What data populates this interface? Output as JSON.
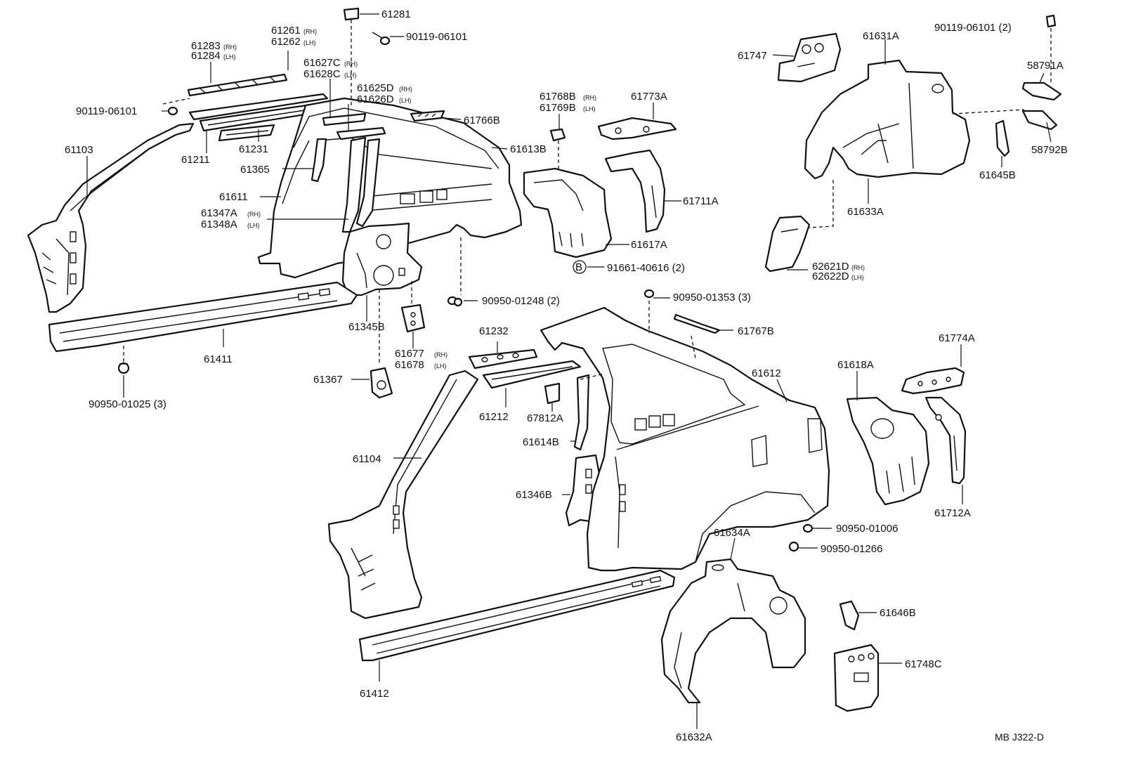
{
  "diagram_code": "MB J322-D",
  "callouts": {
    "p61281": "61281",
    "p90119_06101_top": "90119-06101",
    "p61261": "61261",
    "p61262": "61262",
    "p61283": "61283",
    "p61284": "61284",
    "p61627c": "61627C",
    "p61628c": "61628C",
    "p61625d": "61625D",
    "p61626d": "61626D",
    "p90119_06101_left": "90119-06101",
    "p61766b": "61766B",
    "p61103": "61103",
    "p61211": "61211",
    "p61231": "61231",
    "p61613b": "61613B",
    "p61365": "61365",
    "p61611": "61611",
    "p61347a": "61347A",
    "p61348a": "61348A",
    "p61411": "61411",
    "p61345b": "61345B",
    "p90950_01248": "90950-01248 (2)",
    "p61677": "61677",
    "p61678": "61678",
    "p61367": "61367",
    "p90950_01025": "90950-01025 (3)",
    "p61768b": "61768B",
    "p61769b": "61769B",
    "p61773a": "61773A",
    "p61711a": "61711A",
    "p61617a": "61617A",
    "p91661_40616": "91661-40616 (2)",
    "p61747": "61747",
    "p61631a": "61631A",
    "p90119_06101_right": "90119-06101 (2)",
    "p58791a": "58791A",
    "p58792b": "58792B",
    "p61645b": "61645B",
    "p61633a": "61633A",
    "p62621d": "62621D",
    "p62622d": "62622D",
    "p90950_01353": "90950-01353 (3)",
    "p61767b": "61767B",
    "p61232": "61232",
    "p61212": "61212",
    "p67812a": "67812A",
    "p61614b": "61614B",
    "p61104": "61104",
    "p61346b": "61346B",
    "p61612": "61612",
    "p61618a": "61618A",
    "p61774a": "61774A",
    "p61712a": "61712A",
    "p90950_01006": "90950-01006",
    "p90950_01266": "90950-01266",
    "p61634a": "61634A",
    "p61646b": "61646B",
    "p61748c": "61748C",
    "p61412": "61412",
    "p61632a": "61632A"
  },
  "suffix": {
    "rh": "(RH)",
    "lh": "(LH)"
  },
  "marker_b": "B"
}
